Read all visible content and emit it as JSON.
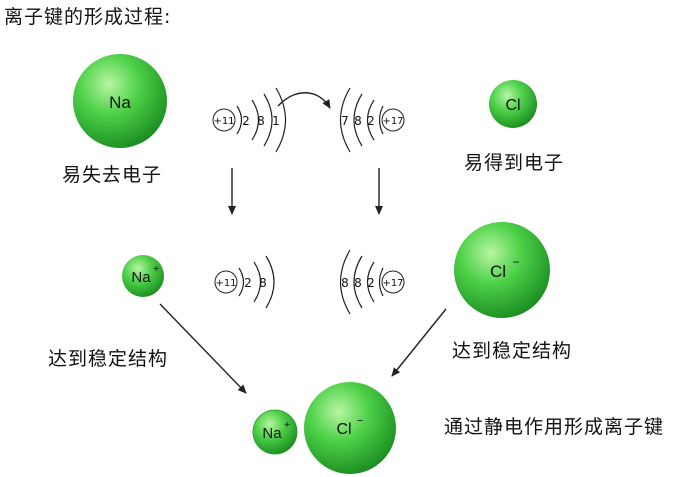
{
  "title": "离子键的形成过程:",
  "na_atom": {
    "symbol": "Na",
    "caption": "易失去电子"
  },
  "cl_atom": {
    "symbol": "Cl",
    "caption": "易得到电子"
  },
  "na_shells": {
    "nucleus": "+11",
    "e1": "2",
    "e2": "8",
    "e3": "1"
  },
  "cl_shells": {
    "nucleus": "+17",
    "e1": "2",
    "e2": "8",
    "e3": "7"
  },
  "na_ion": {
    "symbol": "Na",
    "charge": "+",
    "caption": "达到稳定结构"
  },
  "cl_ion": {
    "symbol": "Cl",
    "charge": "−",
    "caption": "达到稳定结构"
  },
  "na_ion_shells": {
    "nucleus": "+11",
    "e1": "2",
    "e2": "8"
  },
  "cl_ion_shells": {
    "nucleus": "+17",
    "e1": "2",
    "e2": "8",
    "e3": "8"
  },
  "bond": {
    "na": "Na",
    "na_charge": "+",
    "cl": "Cl",
    "cl_charge": "−",
    "caption": "通过静电作用形成离子键"
  },
  "colors": {
    "ball_light": "#a6f08f",
    "ball_mid": "#3fcb3a",
    "ball_dark": "#1b8a1f"
  }
}
